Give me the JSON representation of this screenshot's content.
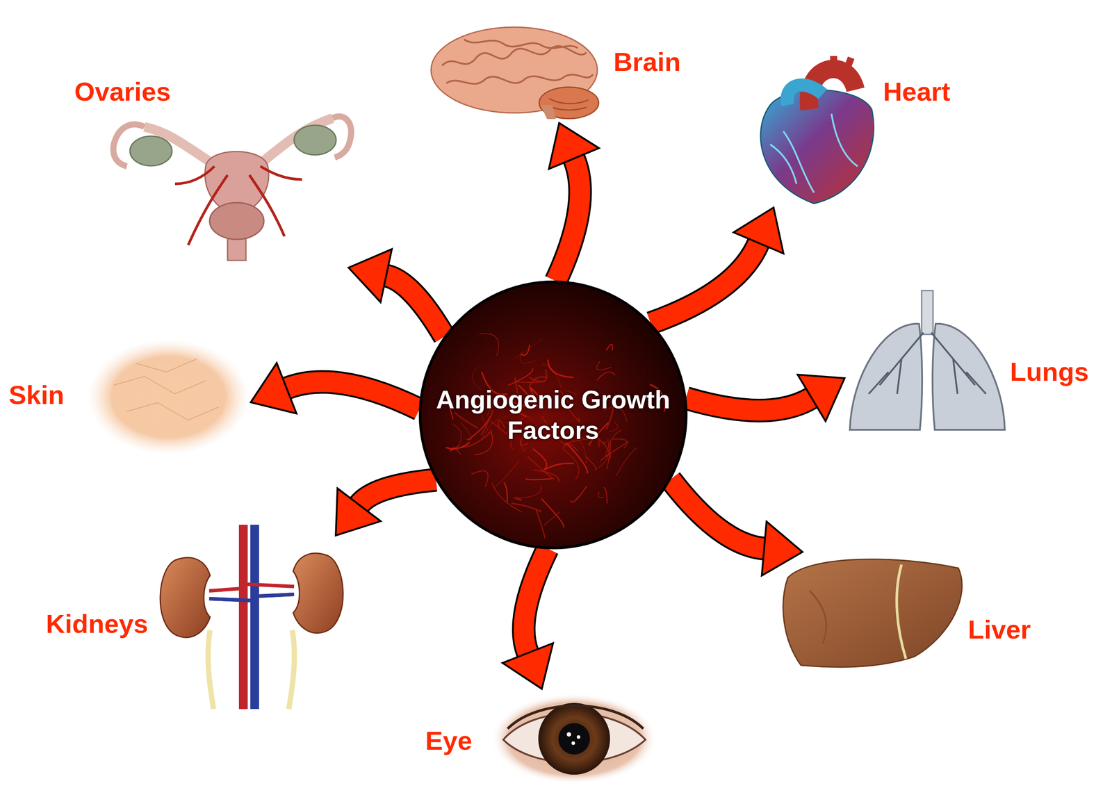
{
  "diagram": {
    "nodes": [
      {
        "text": [
          "Angiogenic Growth Factors"
        ]
      },
      {
        "text": [
          "Brain"
        ]
      },
      {
        "text": [
          "Heart"
        ]
      },
      {
        "text": [
          "Lungs"
        ]
      },
      {
        "text": [
          "Liver"
        ]
      },
      {
        "text": [
          "Eye"
        ]
      },
      {
        "text": [
          "Kidneys"
        ]
      },
      {
        "text": [
          "Skin"
        ]
      },
      {
        "text": [
          "Ovaries"
        ]
      }
    ],
    "edges": [
      {
        "from": 0,
        "to": 1,
        "arrow": "to"
      },
      {
        "from": 0,
        "to": 2,
        "arrow": "to"
      },
      {
        "from": 0,
        "to": 3,
        "arrow": "to"
      },
      {
        "from": 0,
        "to": 4,
        "arrow": "to"
      },
      {
        "from": 0,
        "to": 5,
        "arrow": "to"
      },
      {
        "from": 0,
        "to": 6,
        "arrow": "to"
      },
      {
        "from": 0,
        "to": 7,
        "arrow": "to"
      },
      {
        "from": 0,
        "to": 8,
        "arrow": "to"
      }
    ]
  }
}
